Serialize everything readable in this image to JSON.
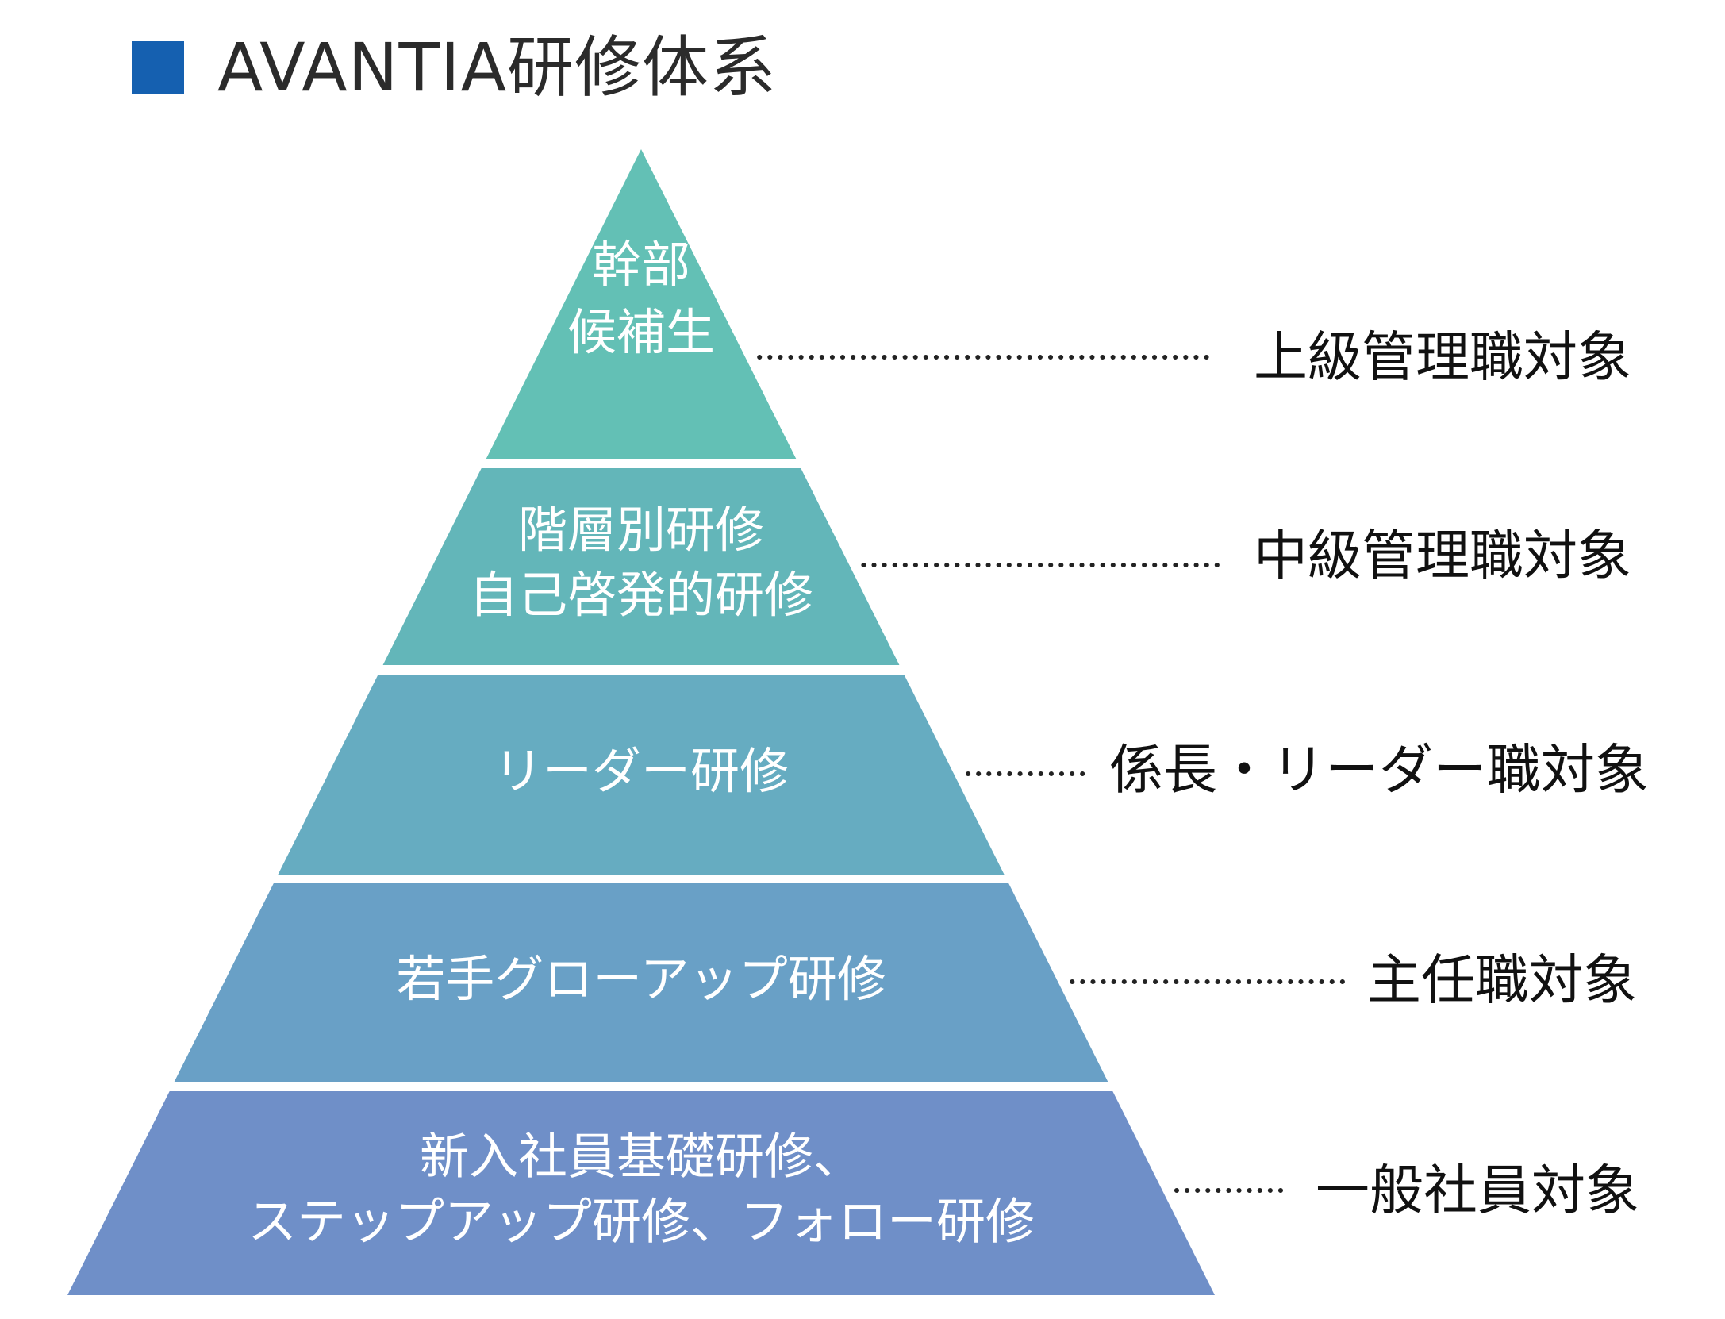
{
  "title": {
    "text": "AVANTIA研修体系",
    "marker_color": "#1560b0"
  },
  "tiers": [
    {
      "lines": [
        "幹部",
        "候補生"
      ],
      "target": "上級管理職対象",
      "color": "#63c0b5"
    },
    {
      "lines": [
        "階層別研修",
        "自己啓発的研修"
      ],
      "target": "中級管理職対象",
      "color": "#63b6b9"
    },
    {
      "lines": [
        "リーダー研修"
      ],
      "target": "係長・リーダー職対象",
      "color": "#66acc1"
    },
    {
      "lines": [
        "若手グローアップ研修"
      ],
      "target": "主任職対象",
      "color": "#69a0c6"
    },
    {
      "lines": [
        "新入社員基礎研修、",
        "ステップアップ研修、フォロー研修"
      ],
      "target": "一般社員対象",
      "color": "#6f8fc8"
    }
  ]
}
